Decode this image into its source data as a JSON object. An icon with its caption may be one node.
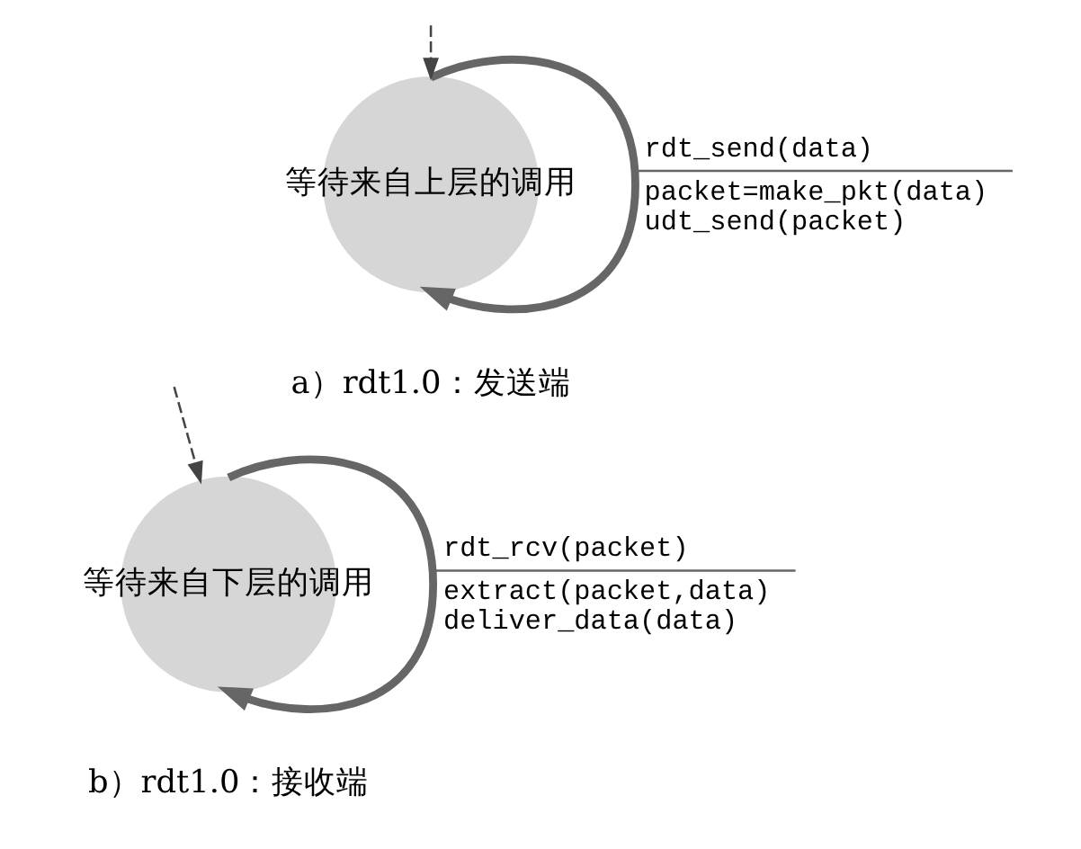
{
  "diagram": {
    "nodes": [
      {
        "text": [
          "等待来自上层的调用"
        ]
      },
      {
        "text": [
          "等待来自下层的调用"
        ]
      }
    ],
    "edges": [
      {
        "from": null,
        "to": 0,
        "arrow": "to",
        "style": "dashed"
      },
      {
        "from": 0,
        "to": 0,
        "arrow": "to",
        "style": "thick",
        "label": [
          "rdt_send(data)",
          "packet=make_pkt(data)",
          "udt_send(packet)"
        ]
      },
      {
        "from": null,
        "to": 1,
        "arrow": "to",
        "style": "dashed"
      },
      {
        "from": 1,
        "to": 1,
        "arrow": "to",
        "style": "thick",
        "label": [
          "rdt_rcv(packet)",
          "extract(packet,data)",
          "deliver_data(data)"
        ]
      }
    ],
    "labels": [
      "a）rdt1.0：发送端",
      "b）rdt1.0：接收端"
    ]
  }
}
